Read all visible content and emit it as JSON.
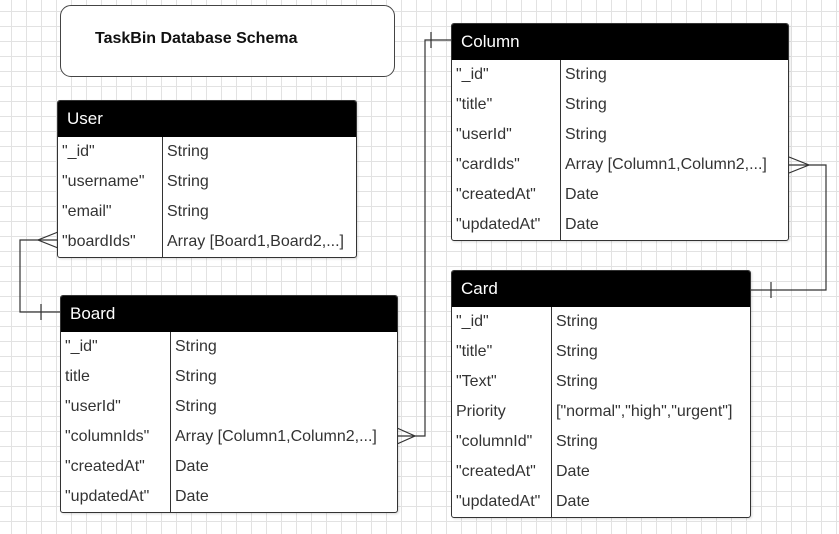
{
  "title": "TaskBin Database Schema",
  "entities": {
    "user": {
      "name": "User",
      "fields": [
        {
          "key": "\"_id\"",
          "type": "String"
        },
        {
          "key": "\"username\"",
          "type": "String"
        },
        {
          "key": "\"email\"",
          "type": "String"
        },
        {
          "key": "\"boardIds\"",
          "type": "Array [Board1,Board2,...]"
        }
      ]
    },
    "board": {
      "name": "Board",
      "fields": [
        {
          "key": "\"_id\"",
          "type": "String"
        },
        {
          "key": "title",
          "type": "String"
        },
        {
          "key": "\"userId\"",
          "type": "String"
        },
        {
          "key": "\"columnIds\"",
          "type": "Array [Column1,Column2,...]"
        },
        {
          "key": "\"createdAt\"",
          "type": "Date"
        },
        {
          "key": "\"updatedAt\"",
          "type": "Date"
        }
      ]
    },
    "column": {
      "name": "Column",
      "fields": [
        {
          "key": "\"_id\"",
          "type": "String"
        },
        {
          "key": "\"title\"",
          "type": "String"
        },
        {
          "key": "\"userId\"",
          "type": "String"
        },
        {
          "key": "\"cardIds\"",
          "type": "Array [Column1,Column2,...]"
        },
        {
          "key": "\"createdAt\"",
          "type": "Date"
        },
        {
          "key": "\"updatedAt\"",
          "type": "Date"
        }
      ]
    },
    "card": {
      "name": "Card",
      "fields": [
        {
          "key": "\"_id\"",
          "type": "String"
        },
        {
          "key": "\"title\"",
          "type": "String"
        },
        {
          "key": "\"Text\"",
          "type": "String"
        },
        {
          "key": "Priority",
          "type": "[\"normal\",\"high\",\"urgent\"]"
        },
        {
          "key": "\"columnId\"",
          "type": "String"
        },
        {
          "key": "\"createdAt\"",
          "type": "Date"
        },
        {
          "key": "\"updatedAt\"",
          "type": "Date"
        }
      ]
    }
  }
}
